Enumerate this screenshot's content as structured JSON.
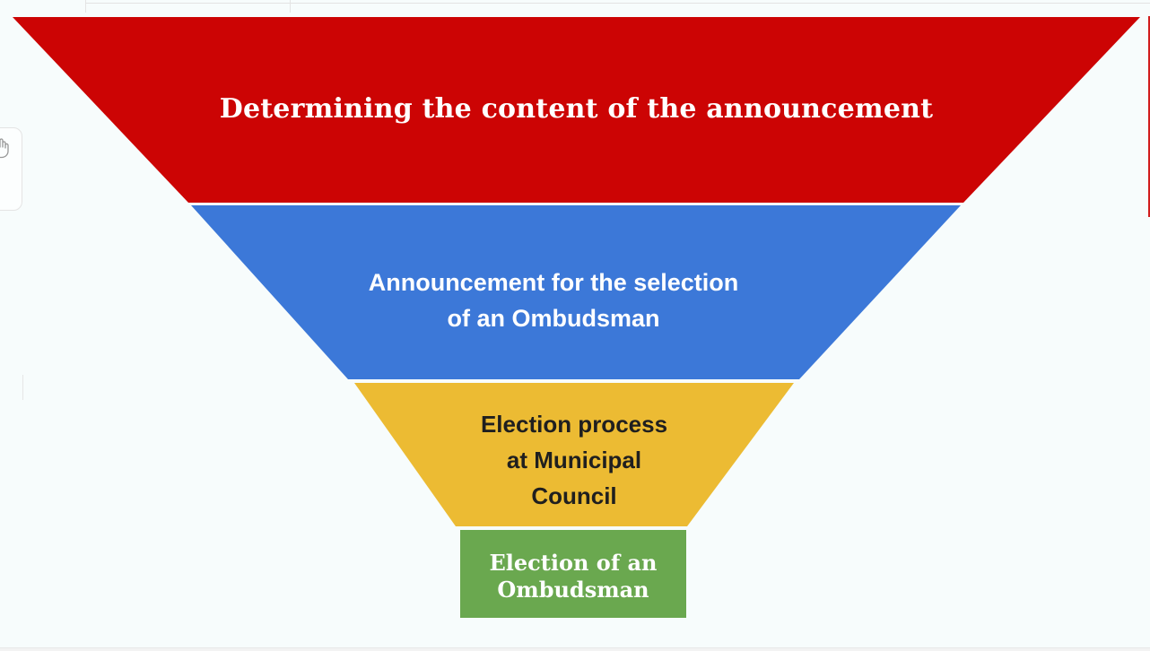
{
  "page": {
    "background_color": "#f7fcfc",
    "top_hairline_color": "#e3e3e3",
    "bottom_strip_color": "#f3f3f3"
  },
  "left_toolbar": {
    "hand_icon": "grab-hand-icon"
  },
  "funnel": {
    "levels": [
      {
        "label": "Determining the content of the announcement",
        "color": "#cc0404",
        "text_color": "#ffffff"
      },
      {
        "label": "Announcement for the selection\nof an Ombudsman",
        "color": "#3c78d8",
        "text_color": "#ffffff"
      },
      {
        "label": "Election process\nat Municipal\nCouncil",
        "color": "#ecbb33",
        "text_color": "#1f1f1f"
      },
      {
        "label": "Election of an\nOmbudsman",
        "color": "#6aa84f",
        "text_color": "#ffffff"
      }
    ]
  }
}
